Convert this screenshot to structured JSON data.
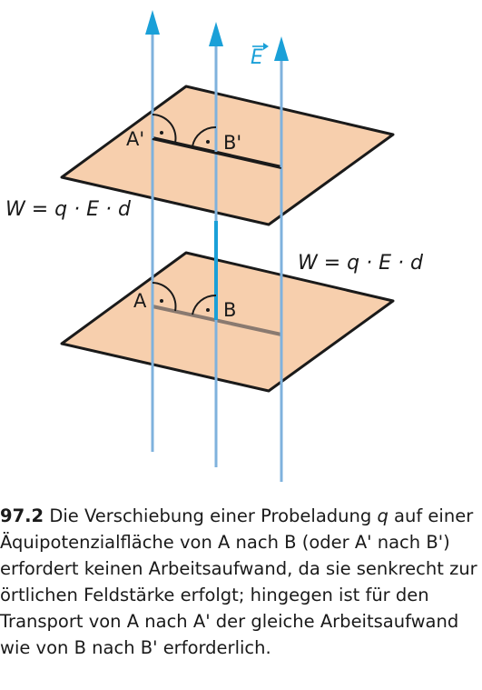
{
  "labels": {
    "a_prime": "A'",
    "b_prime": "B'",
    "a": "A",
    "b": "B",
    "field": "E",
    "work_left": "W = q · E · d",
    "work_right": "W = q · E · d"
  },
  "caption": {
    "number": "97.2",
    "text_before_q": " Die Verschiebung einer Probeladung ",
    "q": "q",
    "text_after_q": " auf einer Äquipotenzialfläche von A nach B (oder A' nach B') erfordert keinen Arbeitsaufwand, da sie senkrecht zur örtlichen Feldstärke erfolgt; hingegen ist für den Transport von A nach A' der gleiche Arbeitsaufwand wie von B nach B' erforderlich."
  },
  "colors": {
    "plane_fill": "#f7cfad",
    "field_line": "#7fb2dd",
    "arrow_head": "#1aa0d8",
    "highlight": "#1aa0d8",
    "lower_segment": "#8a7a70"
  }
}
